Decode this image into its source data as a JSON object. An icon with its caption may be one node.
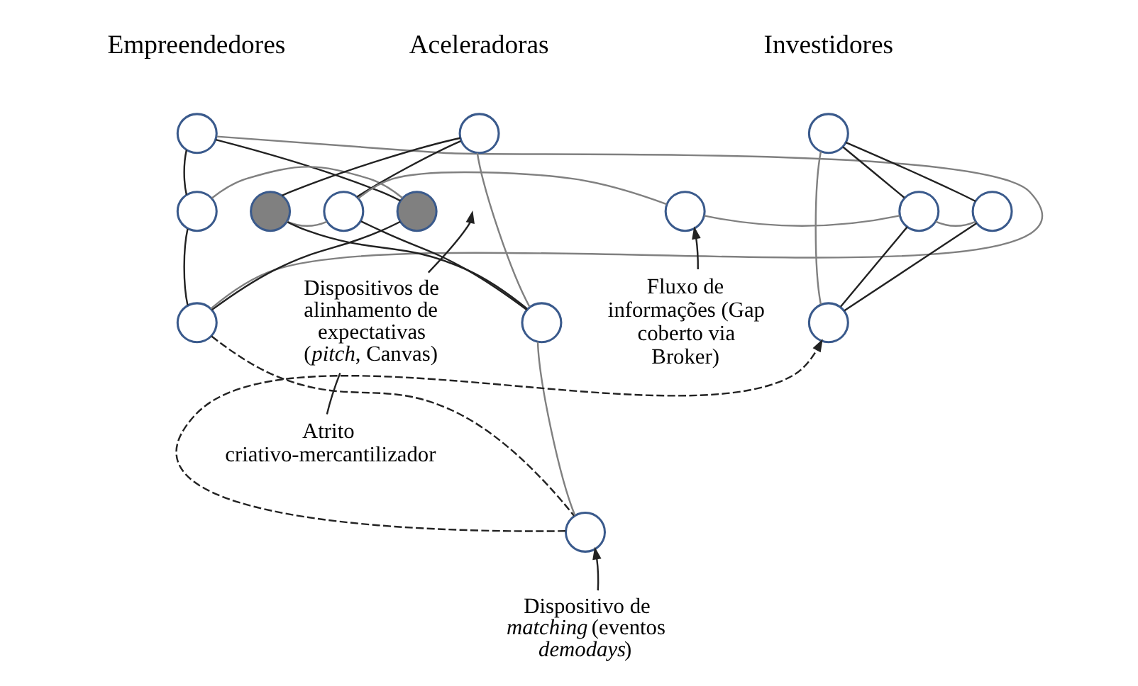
{
  "diagram": {
    "nodes": [
      {
        "text": [],
        "shape": "circle"
      },
      {
        "text": [],
        "shape": "circle"
      },
      {
        "text": [],
        "shape": "circle"
      },
      {
        "text": [],
        "shape": "circle"
      },
      {
        "text": [],
        "shape": "circle"
      },
      {
        "text": [],
        "shape": "circle"
      },
      {
        "text": [],
        "shape": "circle"
      },
      {
        "text": [],
        "shape": "circle"
      },
      {
        "text": [],
        "shape": "circle"
      },
      {
        "text": [],
        "shape": "circle"
      },
      {
        "text": [],
        "shape": "circle"
      },
      {
        "text": [],
        "shape": "circle"
      },
      {
        "text": [],
        "shape": "circle"
      },
      {
        "text": [
          "Dispositivos de alinhamento de expectativas (*pitch*, Canvas)"
        ]
      },
      {
        "text": [
          "Fluxo de informações (Gap coberto via Broker)"
        ]
      },
      {
        "text": [
          "Atrito criativo-mercantilizador"
        ]
      },
      {
        "text": [],
        "shape": "circle"
      },
      {
        "text": [
          "Dispositivo de *matching* (eventos *demodays*)"
        ]
      }
    ],
    "edges": [
      {
        "from": 0,
        "to": 1,
        "arrow": "none"
      },
      {
        "from": 0,
        "to": 2,
        "arrow": "none"
      },
      {
        "from": 1,
        "to": 3,
        "arrow": "none"
      },
      {
        "from": 2,
        "to": 3,
        "arrow": "none"
      },
      {
        "from": 0,
        "to": 3,
        "arrow": "none",
        "color": "#808080"
      },
      {
        "from": 1,
        "to": 2,
        "arrow": "none",
        "color": "#808080"
      },
      {
        "from": 4,
        "to": 5,
        "arrow": "none"
      },
      {
        "from": 4,
        "to": 6,
        "arrow": "none"
      },
      {
        "from": 5,
        "to": 7,
        "arrow": "none"
      },
      {
        "from": 6,
        "to": 7,
        "arrow": "none"
      },
      {
        "from": 4,
        "to": 7,
        "arrow": "none",
        "color": "#808080"
      },
      {
        "from": 5,
        "to": 6,
        "arrow": "none",
        "color": "#808080"
      },
      {
        "from": 6,
        "to": 8,
        "arrow": "none",
        "color": "#808080"
      },
      {
        "from": 8,
        "to": 10,
        "arrow": "none",
        "color": "#808080"
      },
      {
        "from": 9,
        "to": 10,
        "arrow": "none"
      },
      {
        "from": 9,
        "to": 11,
        "arrow": "none"
      },
      {
        "from": 10,
        "to": 12,
        "arrow": "none"
      },
      {
        "from": 11,
        "to": 12,
        "arrow": "none"
      },
      {
        "from": 9,
        "to": 12,
        "arrow": "none",
        "color": "#808080"
      },
      {
        "from": 10,
        "to": 11,
        "arrow": "none",
        "color": "#808080"
      },
      {
        "from": 13,
        "to": null,
        "arrow": "to"
      },
      {
        "from": 14,
        "to": 8,
        "arrow": "to"
      },
      {
        "from": 13,
        "to": 15,
        "arrow": "none"
      },
      {
        "from": 7,
        "to": 16,
        "arrow": "none",
        "color": "#808080"
      },
      {
        "from": 3,
        "to": 16,
        "arrow": "none",
        "style": "dashed"
      },
      {
        "from": 16,
        "to": 12,
        "arrow": "to",
        "style": "dashed"
      },
      {
        "from": 17,
        "to": 16,
        "arrow": "to"
      }
    ],
    "labels": [
      "Empreendedores",
      "Aceleradoras",
      "Investidores"
    ]
  }
}
